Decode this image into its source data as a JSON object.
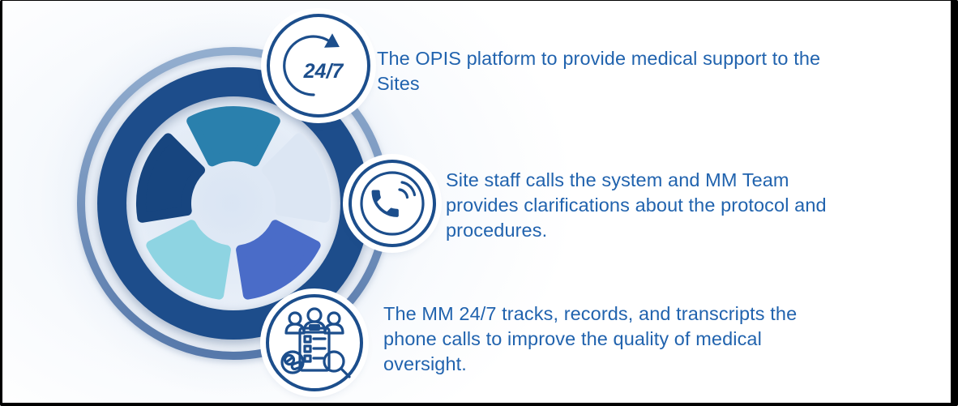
{
  "diagram": {
    "badges": [
      {
        "id": "availability",
        "icon": "24-7-clock-arrow-icon",
        "label": "24/7"
      },
      {
        "id": "phone-call",
        "icon": "phone-call-icon"
      },
      {
        "id": "medical-team-review",
        "icon": "medical-team-review-icon"
      }
    ],
    "items": [
      {
        "text_lines": [
          "The OPIS platform to provide medical support to the",
          "Sites"
        ]
      },
      {
        "text_lines": [
          "Site staff calls the system and MM Team",
          "provides clarifications about the protocol and",
          "procedures."
        ]
      },
      {
        "text_lines": [
          "The MM 24/7 tracks, records, and transcripts the",
          "phone calls to improve the quality of medical",
          "oversight."
        ]
      }
    ],
    "wheel_segments": [
      {
        "name": "top",
        "color": "#2A80AD"
      },
      {
        "name": "upper-right",
        "color": "#DCE6F3"
      },
      {
        "name": "lower-right",
        "color": "#4A6CC8"
      },
      {
        "name": "lower-left",
        "color": "#8ED4E2"
      },
      {
        "name": "left",
        "color": "#17457F"
      }
    ],
    "wheel_geometry": {
      "segment_count": 5,
      "gap_degrees": 10
    },
    "colors": {
      "ring_dark": "#1D4D8B",
      "ring_outer_top": "#93AECF",
      "ring_outer_bottom": "#5779AB",
      "icon_stroke": "#1C4E8C",
      "text": "#2163AE"
    }
  }
}
